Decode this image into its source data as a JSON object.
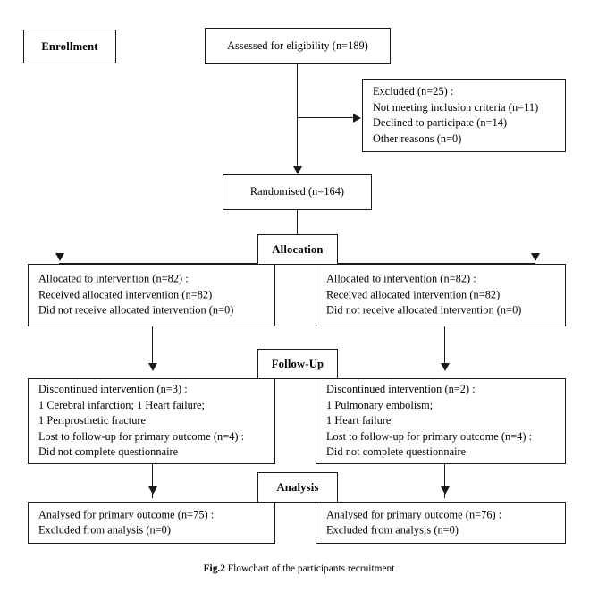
{
  "figure": {
    "caption_label": "Fig.2",
    "caption_text": " Flowchart of the participants recruitment"
  },
  "stages": {
    "enrollment": "Enrollment",
    "allocation": "Allocation",
    "followup": "Follow-Up",
    "analysis": "Analysis"
  },
  "nodes": {
    "assessed": {
      "lines": [
        "Assessed for eligibility  (n=189)"
      ]
    },
    "excluded": {
      "lines": [
        "Excluded  (n=25)  :",
        "Not meeting inclusion criteria  (n=11)",
        "Declined to participate  (n=14)",
        "Other reasons  (n=0)"
      ]
    },
    "randomised": {
      "lines": [
        "Randomised  (n=164)"
      ]
    },
    "allocation_left": {
      "lines": [
        "Allocated to intervention  (n=82)  :",
        "Received allocated intervention  (n=82)",
        "Did not receive allocated intervention  (n=0)"
      ]
    },
    "allocation_right": {
      "lines": [
        "Allocated to intervention  (n=82)  :",
        "Received allocated intervention  (n=82)",
        "Did not receive allocated intervention  (n=0)"
      ]
    },
    "followup_left": {
      "lines": [
        "Discontinued intervention  (n=3)  :",
        "1 Cerebral infarction;  1 Heart failure;",
        "1 Periprosthetic fracture",
        "Lost to follow-up for primary outcome  (n=4)  :",
        "Did not complete questionnaire"
      ]
    },
    "followup_right": {
      "lines": [
        "Discontinued intervention  (n=2)  :",
        "1 Pulmonary embolism;",
        "1 Heart failure",
        "Lost to follow-up for primary outcome  (n=4)  :",
        "Did not complete questionnaire"
      ]
    },
    "analysis_left": {
      "lines": [
        "Analysed for primary outcome  (n=75)  :",
        "Excluded from analysis  (n=0)"
      ]
    },
    "analysis_right": {
      "lines": [
        "Analysed for primary outcome  (n=76)  :",
        "Excluded from analysis  (n=0)"
      ]
    }
  },
  "colors": {
    "stroke": "#1a1a1a",
    "background": "#ffffff"
  }
}
